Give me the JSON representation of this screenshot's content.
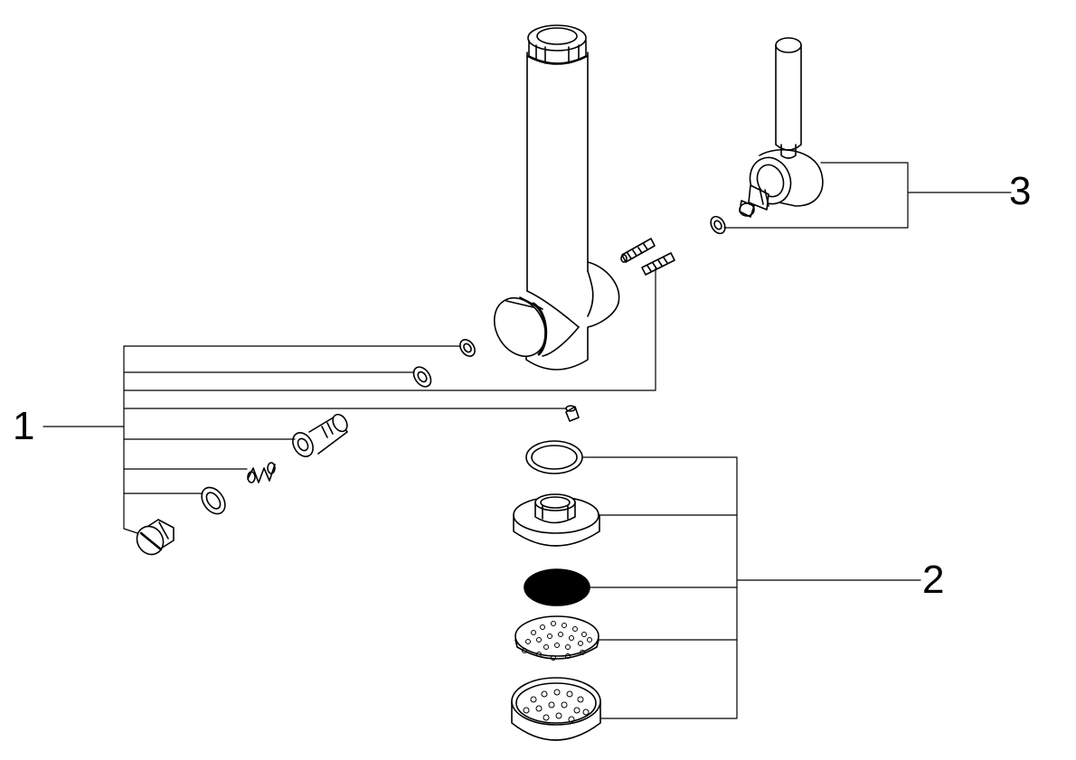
{
  "callouts": {
    "group_1": "1",
    "group_2": "2",
    "group_3": "3"
  },
  "colors": {
    "line": "#000000",
    "background": "#ffffff",
    "part_fill": "#ffffff",
    "filter_disc_fill": "#000000"
  }
}
